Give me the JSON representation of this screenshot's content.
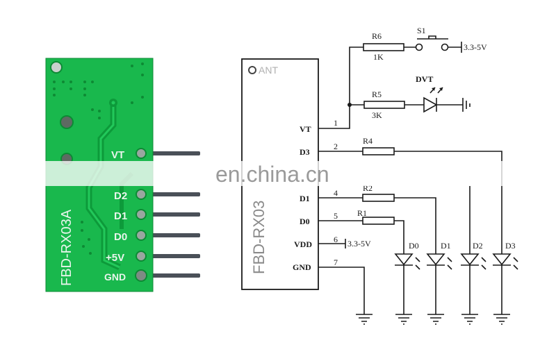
{
  "pcb": {
    "model": "FBD-RX03A",
    "pins": [
      "VT",
      "D2",
      "D1",
      "D0",
      "+5V",
      "GND"
    ],
    "colors": {
      "board": "#19b84d",
      "trace": "#0f9a3c",
      "silk": "#e8f5ec",
      "pin": "#4a5058"
    }
  },
  "schematic": {
    "module_name": "FBD-RX03",
    "antenna_label": "ANT",
    "pins": [
      {
        "num": "1",
        "name": "VT"
      },
      {
        "num": "2",
        "name": "D3"
      },
      {
        "num": "4",
        "name": "D1"
      },
      {
        "num": "5",
        "name": "D0"
      },
      {
        "num": "6",
        "name": "VDD"
      },
      {
        "num": "7",
        "name": "GND"
      }
    ],
    "resistors": [
      {
        "ref": "R6",
        "value": "1K"
      },
      {
        "ref": "R5",
        "value": "3K"
      },
      {
        "ref": "R4",
        "value": ""
      },
      {
        "ref": "R2",
        "value": ""
      },
      {
        "ref": "R1",
        "value": ""
      }
    ],
    "switch": {
      "ref": "S1"
    },
    "supply_label_top": "3.3-5V",
    "supply_label_vdd": "3.3-5V",
    "vt_led": {
      "ref": "DVT"
    },
    "leds": [
      "D0",
      "D1",
      "D2",
      "D3"
    ]
  },
  "watermark": "en.china.cn"
}
